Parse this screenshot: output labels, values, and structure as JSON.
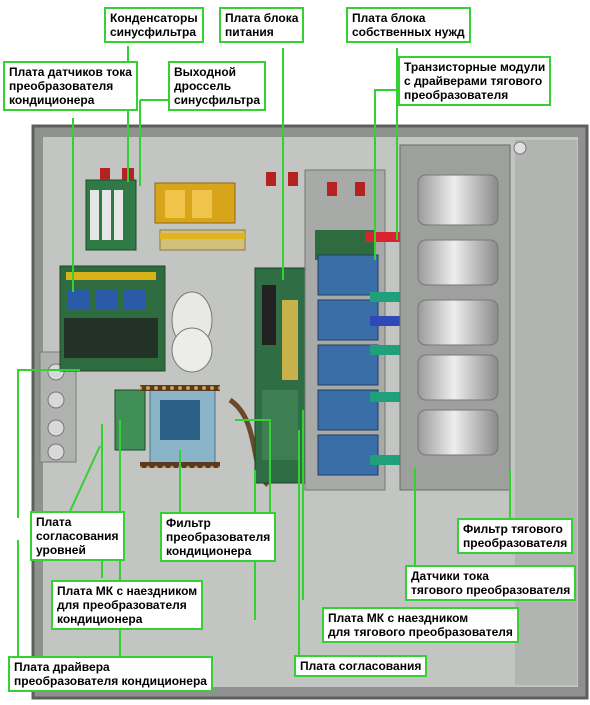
{
  "labels": {
    "sine_filter_capacitors": "Конденсаторы\nсинусфильтра",
    "power_supply_board": "Плата блока\nпитания",
    "auxiliary_supply_board": "Плата блока\nсобственных нужд",
    "ac_converter_current_sensors_board": "Плата датчиков тока\nпреобразователя\nкондиционера",
    "sine_filter_output_choke": "Выходной\nдроссель\nсинусфильтра",
    "transistor_modules_traction": "Транзисторные модули\nс драйверами тягового\nпреобразователя",
    "level_matching_board": "Плата\nсогласования\nуровней",
    "ac_converter_filter": "Фильтр\nпреобразователя\nкондиционера",
    "traction_converter_filter": "Фильтр тягового\nпреобразователя",
    "traction_current_sensors": "Датчики тока\nтягового преобразователя",
    "ac_mc_board": "Плата МК с наездником\nдля преобразователя\nкондиционера",
    "traction_mc_board": "Плата МК с наездником\nдля тягового преобразователя",
    "matching_board": "Плата согласования",
    "ac_driver_board": "Плата драйвера\nпреобразователя кондиционера"
  },
  "colors": {
    "label_border": "#34d034",
    "leader_line": "#34d034",
    "cabinet_grey": "#9a9c9a",
    "cabinet_inner": "#c4c6c3",
    "red_busbar": "#d9232e",
    "green_busbar": "#1f9f7a",
    "blue_busbar": "#2f49b8",
    "pcb_green": "#2e6b3f",
    "driver_blue": "#3a6ea8"
  }
}
